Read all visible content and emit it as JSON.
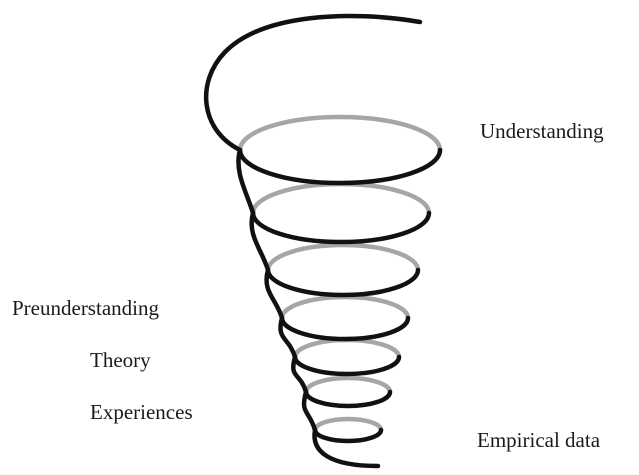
{
  "labels": {
    "understanding": "Understanding",
    "preunderstanding": "Preunderstanding",
    "theory": "Theory",
    "experiences": "Experiences",
    "empirical_data": "Empirical data"
  },
  "colors": {
    "front_stroke": "#111111",
    "back_stroke": "#a6a6a6",
    "background": "#ffffff"
  },
  "spiral": {
    "turns": 7,
    "shape": "conical-helix"
  }
}
